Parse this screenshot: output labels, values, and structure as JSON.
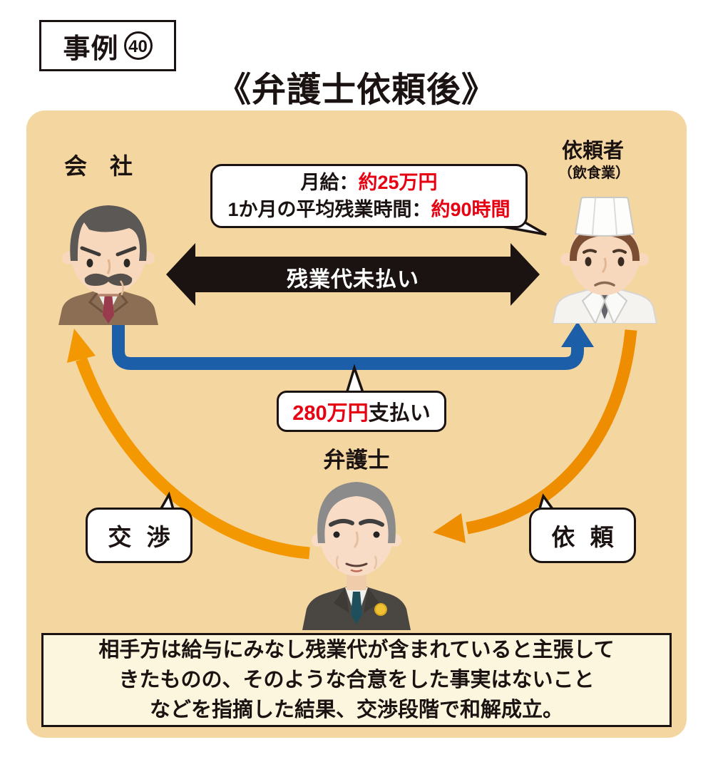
{
  "case_badge": {
    "prefix": "事例",
    "number": "40"
  },
  "title": "《弁護士依頼後》",
  "diagram": {
    "company_label": "会　社",
    "client_label": "依頼者",
    "client_sublabel": "（飲食業）",
    "lawyer_label": "弁護士",
    "info_bubble": {
      "line1_label": "月給：",
      "line1_value": "約25万円",
      "line2_label": "1か月の平均残業時間：",
      "line2_value": "約90時間"
    },
    "dispute_arrow_label": "残業代未払い",
    "payment_bubble": {
      "value": "280万円",
      "suffix": "支払い"
    },
    "negotiation_label": "交 渉",
    "request_label": "依 頼"
  },
  "summary": {
    "lines": [
      "相手方は給与にみなし残業代が含まれていると主張して",
      "きたものの、そのような合意をした事実はないこと",
      "などを指摘した結果、交渉段階で和解成立。"
    ]
  },
  "colors": {
    "panel_bg": "#F4D6A0",
    "ink": "#1A1311",
    "highlight_red": "#E60012",
    "payment_blue": "#1C5FA8",
    "flow_orange": "#F39800",
    "flow_orange_dark": "#EE8D00",
    "summary_bg": "#FCF6DE"
  }
}
